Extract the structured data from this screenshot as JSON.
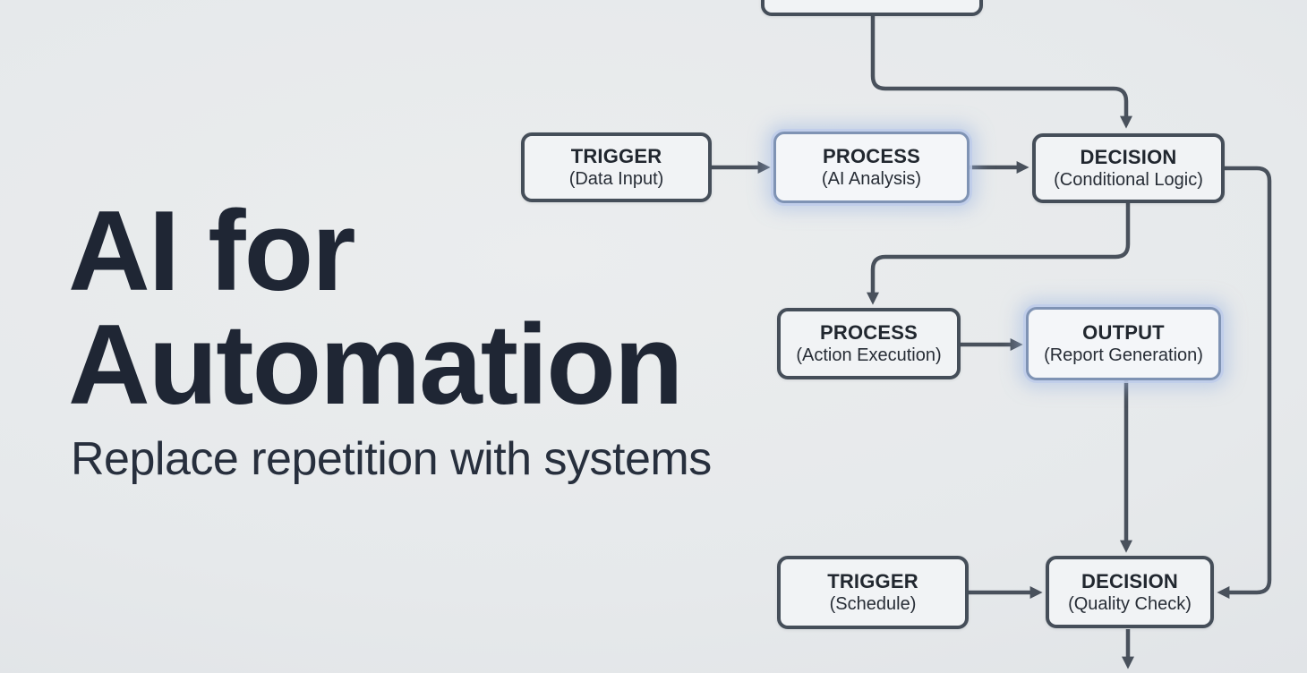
{
  "headline": {
    "title_line1": "AI for",
    "title_line2": "Automation",
    "subtitle": "Replace repetition with systems"
  },
  "flowchart": {
    "nodes": {
      "top_partial": {
        "label": "",
        "sub": ""
      },
      "trigger_data_input": {
        "label": "TRIGGER",
        "sub": "(Data Input)"
      },
      "process_ai_analysis": {
        "label": "PROCESS",
        "sub": "(AI Analysis)",
        "highlighted": true
      },
      "decision_conditional_logic": {
        "label": "DECISION",
        "sub": "(Conditional Logic)"
      },
      "process_action_execution": {
        "label": "PROCESS",
        "sub": "(Action Execution)"
      },
      "output_report_generation": {
        "label": "OUTPUT",
        "sub": "(Report Generation)",
        "highlighted": true
      },
      "trigger_schedule": {
        "label": "TRIGGER",
        "sub": "(Schedule)"
      },
      "decision_quality_check": {
        "label": "DECISION",
        "sub": "(Quality Check)"
      }
    },
    "connections": [
      "top-partial -> decision-conditional-logic",
      "trigger-data-input -> process-ai-analysis",
      "process-ai-analysis -> decision-conditional-logic",
      "decision-conditional-logic -> process-action-execution",
      "process-action-execution -> output-report-generation",
      "output-report-generation -> decision-quality-check",
      "trigger-schedule -> decision-quality-check",
      "decision-conditional-logic -> decision-quality-check",
      "decision-quality-check -> down (offscreen)"
    ]
  },
  "colors": {
    "background": "#e5e8ea",
    "node_fill": "#f1f3f5",
    "node_border": "#454e59",
    "edge_stroke": "#49515c",
    "highlight_border": "#7f93b4",
    "highlight_glow": "#becde9",
    "title_text": "#1f2634",
    "subtitle_text": "#272f3d",
    "node_text": "#21272f"
  }
}
